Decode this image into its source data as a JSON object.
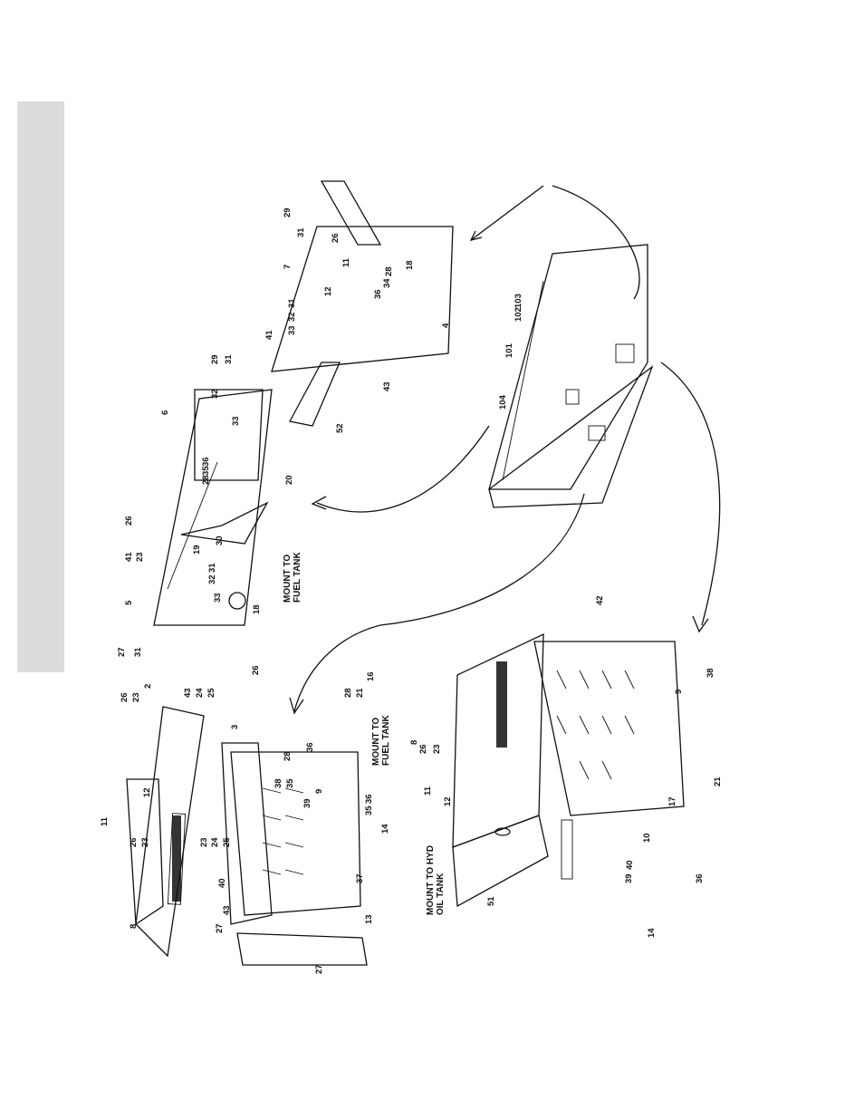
{
  "figure": {
    "callouts": {
      "c_8a": "8",
      "c_11a": "11",
      "c_12a": "12",
      "c_26a": "26",
      "c_23a": "23",
      "c_2": "2",
      "c_26b": "26",
      "c_23b": "23",
      "c_43a": "43",
      "c_24a": "24",
      "c_25a": "25",
      "c_23c": "23",
      "c_24b": "24",
      "c_25b": "25",
      "c_40a": "40",
      "c_43b": "43",
      "c_27a": "27",
      "c_27b": "27",
      "c_13": "13",
      "c_3": "3",
      "c_38a": "38",
      "c_35a": "35",
      "c_28a": "28",
      "c_36a": "36",
      "c_9a": "9",
      "c_39a": "39",
      "c_16a": "16",
      "c_21a": "21",
      "c_14a": "14",
      "c_28b": "28",
      "c_36b": "36",
      "c_35b": "35",
      "c_37a": "37",
      "c_5": "5",
      "c_27c": "27",
      "c_31a": "31",
      "c_26c": "26",
      "c_41a": "41",
      "c_23d": "23",
      "c_19": "19",
      "c_30": "30",
      "c_20": "20",
      "c_18a": "18",
      "c_6": "6",
      "c_29a": "29",
      "c_31b": "31",
      "c_32a": "32",
      "c_33a": "33",
      "c_36c": "36",
      "c_35c": "35",
      "c_28c": "28",
      "c_33b": "33",
      "c_32b": "32",
      "c_31c": "31",
      "c_26d": "26",
      "c_7": "7",
      "c_29b": "29",
      "c_31d": "31",
      "c_26e": "26",
      "c_11b": "11",
      "c_12b": "12",
      "c_4": "4",
      "c_52": "52",
      "c_41b": "41",
      "c_33c": "33",
      "c_32c": "32",
      "c_31e": "31",
      "c_36d": "36",
      "c_34": "34",
      "c_28d": "28",
      "c_18b": "18",
      "c_43c": "43",
      "c_101": "101",
      "c_102": "102",
      "c_103": "103",
      "c_104": "104",
      "c_42": "42",
      "c_8b": "8",
      "c_26f": "26",
      "c_23e": "23",
      "c_11c": "11",
      "c_12c": "12",
      "c_17": "17",
      "c_21b": "21",
      "c_10": "10",
      "c_51": "51",
      "c_14b": "14",
      "c_39b": "39",
      "c_40b": "40",
      "c_9b": "9",
      "c_36e": "36",
      "c_38b": "38"
    },
    "notes": {
      "mount_fuel_1": [
        "MOUNT TO",
        "FUEL TANK"
      ],
      "mount_fuel_2": [
        "MOUNT TO",
        "FUEL TANK"
      ],
      "mount_hyd": [
        "MOUNT TO HYD",
        "OIL TANK"
      ]
    }
  }
}
